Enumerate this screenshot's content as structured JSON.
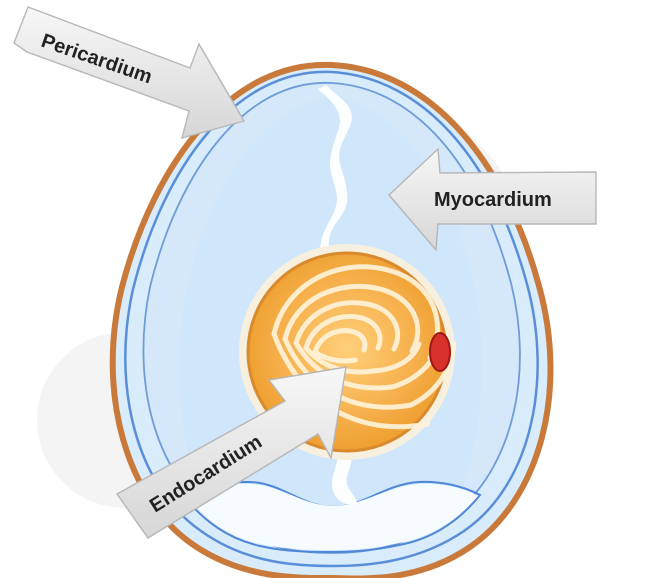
{
  "labels": {
    "pericardium": "Pericardium",
    "myocardium": "Myocardium",
    "endocardium": "Endocardium"
  },
  "colors": {
    "outer_shell": "#c97a3a",
    "blue_line": "#5b8ed8",
    "egg_fill": "#d8ecfb",
    "white_inner": "#f8fcff",
    "yolk_outer": "#f2a63a",
    "yolk_inner": "#f8b85a",
    "yolk_lines": "#fff3d9",
    "red_spot": "#d9312b",
    "arrow_fill": "#e7e7e7",
    "arrow_stroke": "#b7b7b7",
    "watermark": "#000000"
  }
}
